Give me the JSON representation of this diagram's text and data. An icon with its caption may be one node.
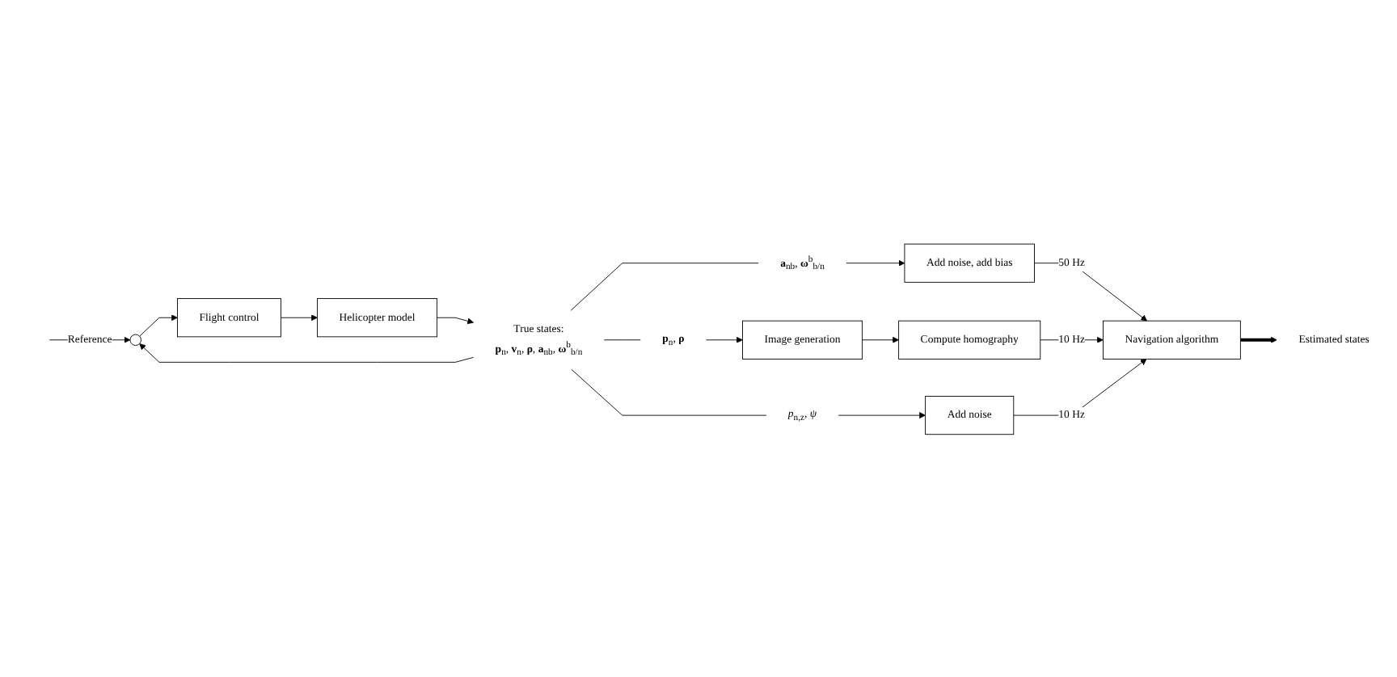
{
  "diagram": {
    "nodes": [
      {
        "text": [],
        "shape": "circle"
      },
      {
        "text": [
          "Flight control"
        ]
      },
      {
        "text": [
          "Helicopter model"
        ]
      },
      {
        "text": [
          "True states:",
          "**p**$_{n}$, **v**$_{n}$, **ρ**, **a**$_{nb}$, **ω**$^{b}$$_{b/n}$"
        ]
      },
      {
        "text": [
          "Navigation algorithm"
        ]
      },
      {
        "text": [
          "Estimated states"
        ]
      },
      {
        "text": [
          "Add noise, add bias"
        ]
      },
      {
        "text": [
          "**a**$_{nb}$, **ω**$^{b}$$_{b/n}$"
        ]
      },
      {
        "text": [
          "Compute homography"
        ]
      },
      {
        "text": [
          "Image generation"
        ]
      },
      {
        "text": [
          "**p**$_{n}$, **ρ**"
        ]
      },
      {
        "text": [
          "Add noise"
        ]
      },
      {
        "text": [
          "*p*$_{n,z}$, *ψ*"
        ]
      }
    ],
    "edges": [
      {
        "from": null,
        "to": 0,
        "arrow": "to",
        "label": "Reference"
      },
      {
        "from": 0,
        "to": 1,
        "arrow": "to"
      },
      {
        "from": 1,
        "to": 2,
        "arrow": "to"
      },
      {
        "from": 2,
        "to": 3,
        "arrow": "to"
      },
      {
        "from": 3,
        "to": 0,
        "arrow": "to"
      },
      {
        "from": 3,
        "to": 7,
        "arrow": "none"
      },
      {
        "from": 3,
        "to": 10,
        "arrow": "none"
      },
      {
        "from": 3,
        "to": 12,
        "arrow": "none"
      },
      {
        "from": 7,
        "to": 6,
        "arrow": "to"
      },
      {
        "from": 6,
        "to": 4,
        "arrow": "to",
        "label": "50 Hz"
      },
      {
        "from": 10,
        "to": 9,
        "arrow": "to"
      },
      {
        "from": 9,
        "to": 8,
        "arrow": "to"
      },
      {
        "from": 8,
        "to": 4,
        "arrow": "to",
        "label": "10 Hz"
      },
      {
        "from": 12,
        "to": 11,
        "arrow": "to"
      },
      {
        "from": 11,
        "to": 4,
        "arrow": "to",
        "label": "10 Hz"
      },
      {
        "from": 4,
        "to": 5,
        "arrow": "to",
        "style": "thick"
      }
    ]
  }
}
